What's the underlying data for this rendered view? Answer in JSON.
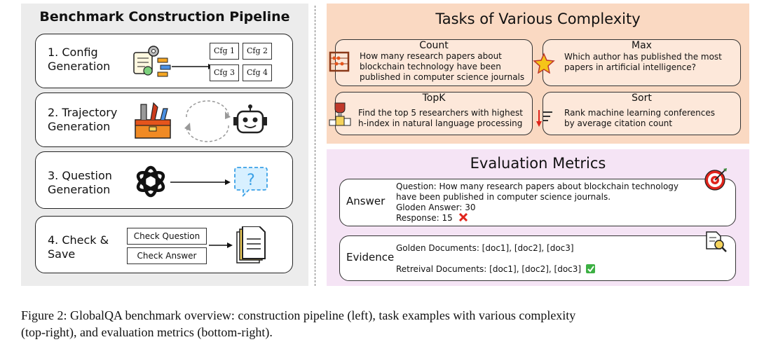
{
  "pipeline": {
    "title": "Benchmark Construction Pipeline",
    "steps": [
      {
        "label_line1": "1. Config",
        "label_line2": "Generation"
      },
      {
        "label_line1": "2. Trajectory",
        "label_line2": "Generation"
      },
      {
        "label_line1": "3. Question",
        "label_line2": "Generation"
      },
      {
        "label_line1": "4. Check &",
        "label_line2": "Save"
      }
    ],
    "configs": [
      "Cfg 1",
      "Cfg 2",
      "Cfg 3",
      "Cfg 4"
    ],
    "check_question": "Check Question",
    "check_answer": "Check Answer",
    "question_icon_text": "?"
  },
  "tasks": {
    "title": "Tasks of Various Complexity",
    "items": [
      {
        "title": "Count",
        "line1": "How many research papers about",
        "line2": "blockchain technology have been",
        "line3": "published in computer science journals"
      },
      {
        "title": "Max",
        "line1": "Which author has published the most",
        "line2": "papers in artificial intelligence?"
      },
      {
        "title": "TopK",
        "line1": "Find the top 5 researchers with highest",
        "line2": "h-index in natural language processing"
      },
      {
        "title": "Sort",
        "line1": "Rank machine learning conferences",
        "line2": "by average citation count"
      }
    ]
  },
  "metrics": {
    "title": "Evaluation Metrics",
    "answer": {
      "label": "Answer",
      "question_line1": "Question: How many research papers about blockchain technology",
      "question_line2": "have been published in computer science journals.",
      "golden": "Gloden Answer: 30",
      "response": "Response: 15"
    },
    "evidence": {
      "label": "Evidence",
      "golden_docs": "Golden Documents: [doc1], [doc2], [doc3]",
      "retrieved_docs": "Retreival Documents: [doc1], [doc2], [doc3]"
    }
  },
  "caption": {
    "line1": "Figure 2: GlobalQA benchmark overview: construction pipeline (left), task examples with various complexity",
    "line2": "(top-right), and evaluation metrics (bottom-right)."
  },
  "colors": {
    "left_bg": "#ececec",
    "tasks_bg": "#fad9c2",
    "metrics_bg": "#f5e4f5",
    "wrong": "#e0241b",
    "correct": "#3cb043"
  },
  "icons": [
    "settings-flow-icon",
    "toolbox-icon",
    "cycle-arrows-icon",
    "robot-icon",
    "openai-logo-icon",
    "question-bubble-icon",
    "documents-icon",
    "abacus-icon",
    "star-medal-icon",
    "trophy-podium-icon",
    "sort-icon",
    "target-icon",
    "document-search-icon",
    "cross-icon",
    "check-icon"
  ]
}
